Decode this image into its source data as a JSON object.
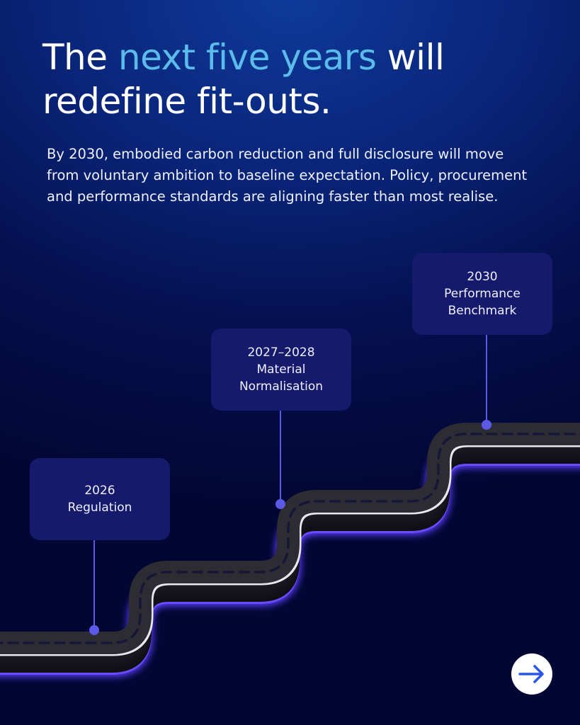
{
  "headline": {
    "part1": "The ",
    "highlight": "next five years",
    "part2": " will",
    "line2": "redefine fit-outs."
  },
  "body_text": "By 2030, embodied carbon reduction and full disclosure will move from voluntary ambition to baseline expectation. Policy, procurement and performance standards are aligning faster than most realise.",
  "milestones": [
    {
      "year": "2026",
      "label": "Regulation"
    },
    {
      "year": "2027–2028",
      "label": "Material Normalisation"
    },
    {
      "year": "2030",
      "label": "Performance Benchmark"
    }
  ],
  "next_button": {
    "icon": "arrow-right-icon"
  },
  "colors": {
    "highlight": "#5bbbea",
    "box": "#151a6c",
    "connector": "#5a5ae6",
    "glow": "#5b3cff",
    "arrow": "#2a55e8"
  }
}
